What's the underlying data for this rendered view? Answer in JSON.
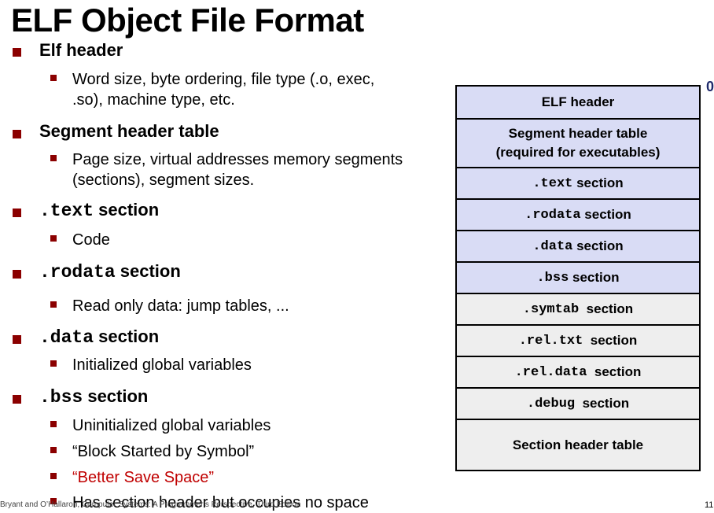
{
  "title": "ELF Object File Format",
  "bullets": [
    {
      "label_pre": "",
      "label_mono": "",
      "label_post": "Elf header",
      "subs": [
        "Word size, byte ordering, file type (.o, exec,",
        ".so), machine type, etc."
      ]
    },
    {
      "label_pre": "",
      "label_mono": "",
      "label_post": "Segment header table",
      "subs": [
        "Page size, virtual addresses memory segments",
        "(sections), segment sizes."
      ]
    },
    {
      "label_mono": ".text",
      "label_post": " section",
      "subs": [
        "Code"
      ]
    },
    {
      "label_mono": ".rodata",
      "label_post": " section",
      "subs": [
        "Read only data: jump tables, ..."
      ]
    },
    {
      "label_mono": ".data",
      "label_post": " section",
      "subs": [
        "Initialized global variables"
      ]
    },
    {
      "label_mono": ".bss",
      "label_post": " section",
      "subs": [
        "Uninitialized global variables",
        "“Block Started by Symbol”",
        "“Better Save Space”",
        "Has section header but occupies no space"
      ]
    }
  ],
  "table": {
    "offset_label": "0",
    "rows": [
      {
        "mono": "",
        "text": "ELF header"
      },
      {
        "mono": "",
        "text": "Segment header table",
        "text2": "(required for executables)"
      },
      {
        "mono": ".text",
        "text": " section"
      },
      {
        "mono": ".rodata",
        "text": " section"
      },
      {
        "mono": ".data",
        "text": " section"
      },
      {
        "mono": ".bss",
        "text": " section"
      },
      {
        "mono": ".symtab",
        "text": "  section"
      },
      {
        "mono": ".rel.txt",
        "text": "  section"
      },
      {
        "mono": ".rel.data",
        "text": "  section"
      },
      {
        "mono": ".debug",
        "text": "  section"
      },
      {
        "mono": "",
        "text": "Section header table"
      }
    ]
  },
  "footer": "Bryant and O’Hallaron, Computer Systems: A Programmer’s Perspective, Third Edition",
  "page_number": "11",
  "colors": {
    "bullet": "#8b0000",
    "blue_row": "#d9dcf5",
    "gray_row": "#eeeeee",
    "highlight": "#c00000"
  }
}
